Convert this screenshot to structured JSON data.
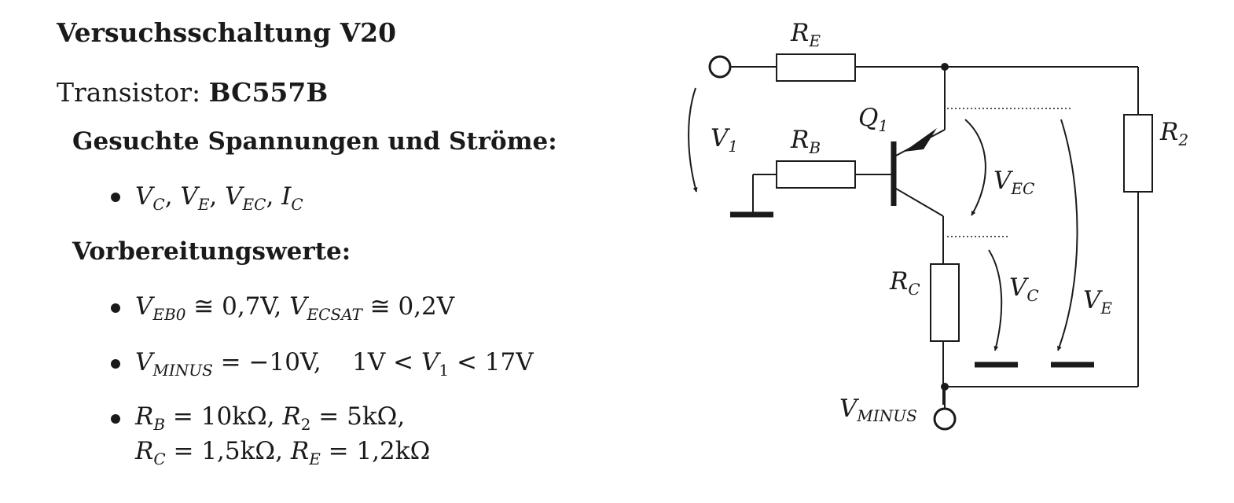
{
  "document": {
    "title": "Versuchsschaltung V20",
    "transistor_label": "Transistor:",
    "transistor_value": "BC557B",
    "section_sought": "Gesucht e Spannungen und Ströme:",
    "sought_items": {
      "VC": "V",
      "VC_sub": "C",
      "VE": "V",
      "VE_sub": "E",
      "VEC": "V",
      "VEC_sub": "EC",
      "IC": "I",
      "IC_sub": "C"
    },
    "section_prep": "Vorbereitungswerte:",
    "prep": {
      "line1": {
        "a": "V",
        "a_sub": "EB0",
        "a_rest": " ≅ 0,7V, ",
        "b": "V",
        "b_sub": "ECSAT",
        "b_rest": " ≅ 0,2V"
      },
      "line2": {
        "a": "V",
        "a_sub": "MINUS",
        "a_rest": " = −10V,    1V < ",
        "b": "V",
        "b_sub": "1",
        "b_rest": " < 17V"
      },
      "line3a": {
        "a": "R",
        "a_sub": "B",
        "a_rest": " = 10kΩ, ",
        "b": "R",
        "b_sub": "2",
        "b_rest": " = 5kΩ,"
      },
      "line3b": {
        "a": "R",
        "a_sub": "C",
        "a_rest": " = 1,5kΩ, ",
        "b": "R",
        "b_sub": "E",
        "b_rest": " = 1,2kΩ"
      }
    }
  },
  "circuit": {
    "RE": "R",
    "RE_sub": "E",
    "RB": "R",
    "RB_sub": "B",
    "RC": "R",
    "RC_sub": "C",
    "R2": "R",
    "R2_sub": "2",
    "Q1": "Q",
    "Q1_sub": "1",
    "V1": "V",
    "V1_sub": "1",
    "VEC": "V",
    "VEC_sub": "EC",
    "VC": "V",
    "VC_sub": "C",
    "VE": "V",
    "VE_sub": "E",
    "VMINUS": "V",
    "VMINUS_sub": "MINUS"
  }
}
